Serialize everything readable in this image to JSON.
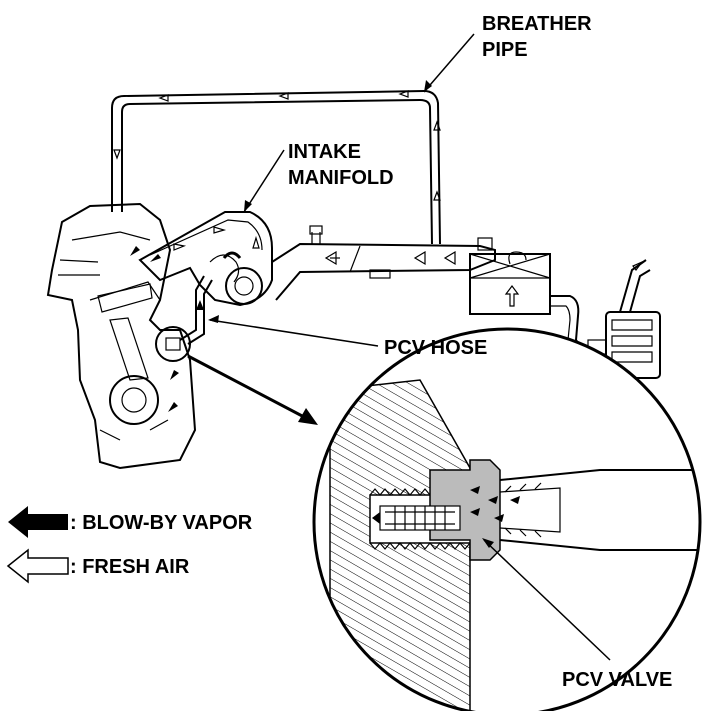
{
  "labels": {
    "breather_pipe_1": "BREATHER",
    "breather_pipe_2": "PIPE",
    "intake_manifold_1": "INTAKE",
    "intake_manifold_2": "MANIFOLD",
    "pcv_hose": "PCV HOSE",
    "pcv_valve": "PCV VALVE"
  },
  "legend": {
    "blowby": ": BLOW-BY VAPOR",
    "fresh_air": ": FRESH AIR"
  }
}
